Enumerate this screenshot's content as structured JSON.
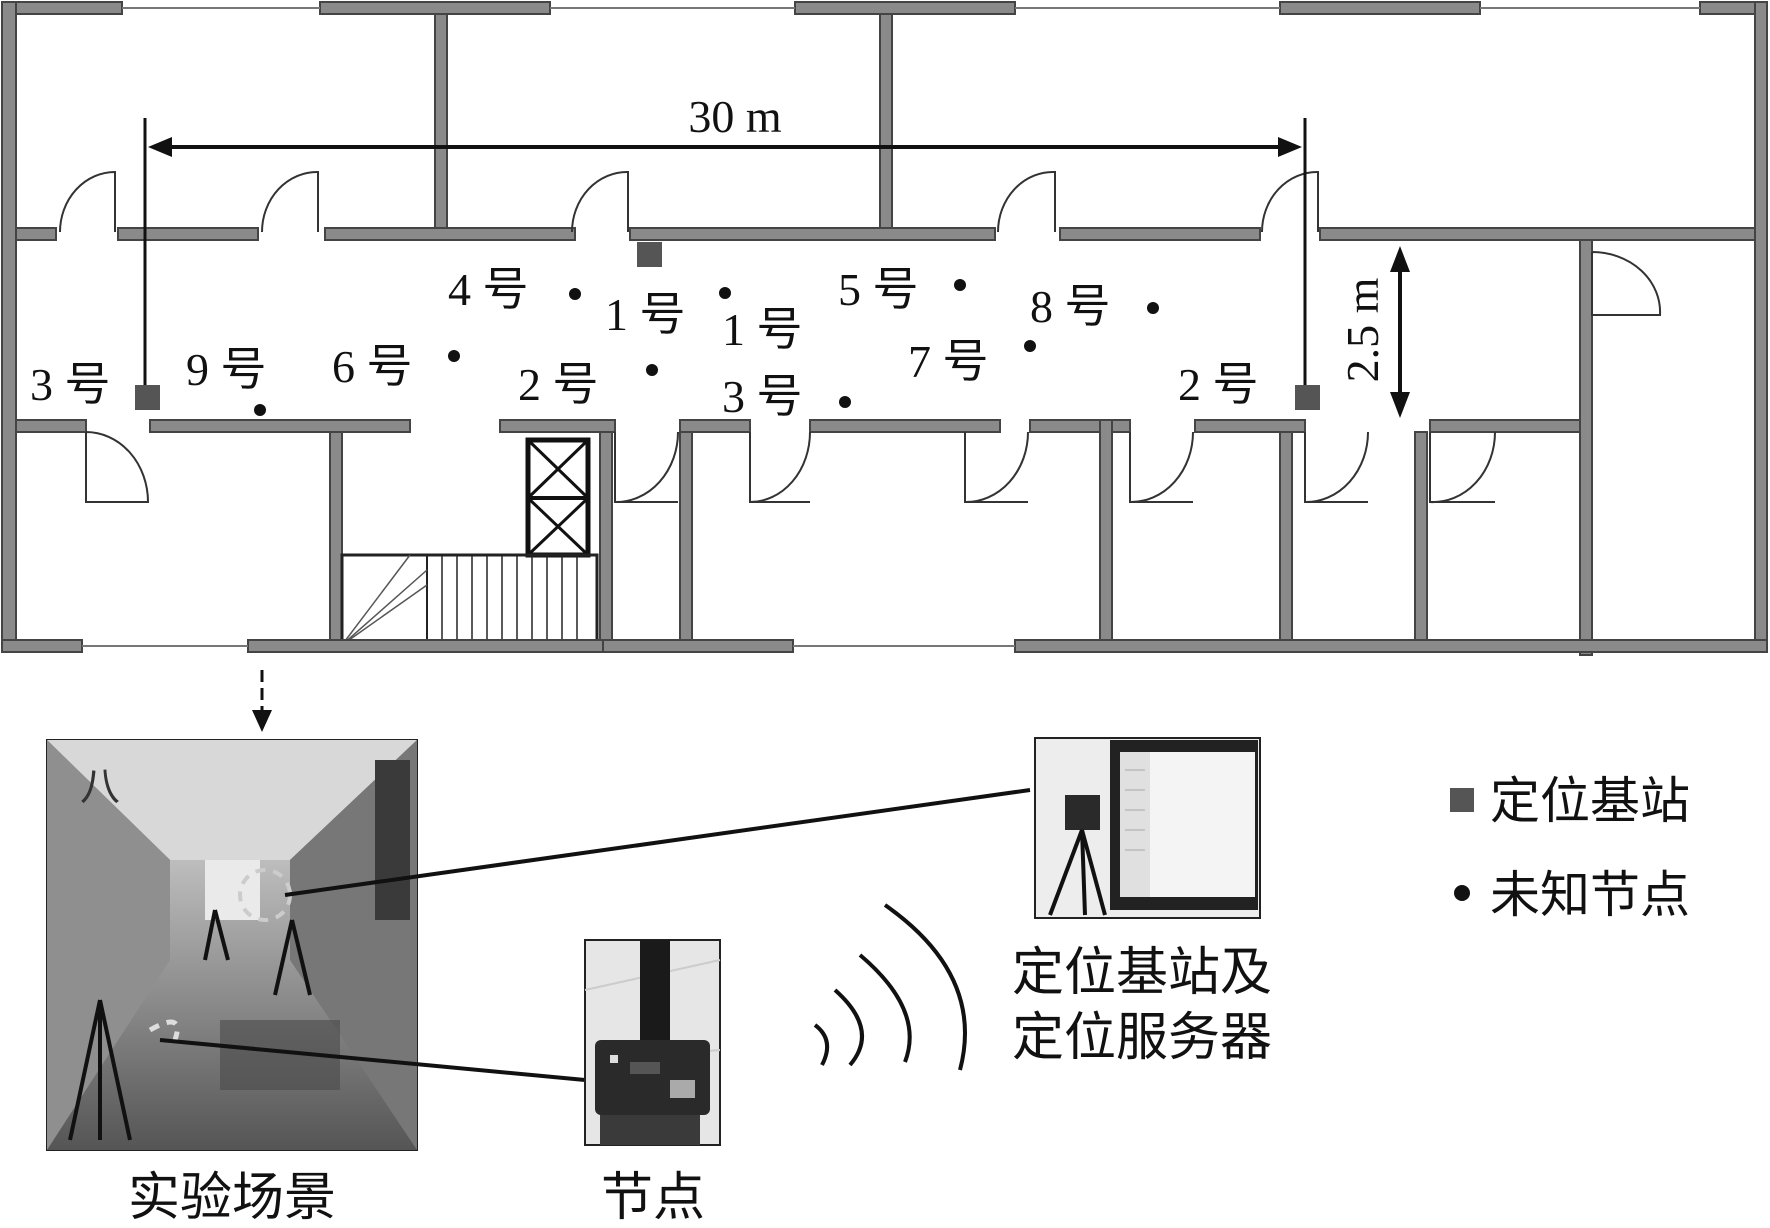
{
  "dimensions": {
    "width_label": "30 m",
    "corridor_width_label": "2.5 m"
  },
  "base_stations": [
    {
      "name": "3 号"
    },
    {
      "name": "2 号"
    }
  ],
  "unknown_nodes": [
    {
      "name": "9 号"
    },
    {
      "name": "6 号"
    },
    {
      "name": "4 号"
    },
    {
      "name": "2 号"
    },
    {
      "name": "1 号"
    },
    {
      "name": "1 号"
    },
    {
      "name": "3 号"
    },
    {
      "name": "5 号"
    },
    {
      "name": "7 号"
    },
    {
      "name": "8 号"
    }
  ],
  "legend": {
    "base_station": "定位基站",
    "unknown_node": "未知节点"
  },
  "photos": {
    "scene_caption": "实验场景",
    "node_caption": "节点",
    "server_caption_line1": "定位基站及",
    "server_caption_line2": "定位服务器"
  },
  "colors": {
    "wall_fill": "#8a8a8a",
    "station_marker": "#555555",
    "node_dot": "#111111"
  }
}
